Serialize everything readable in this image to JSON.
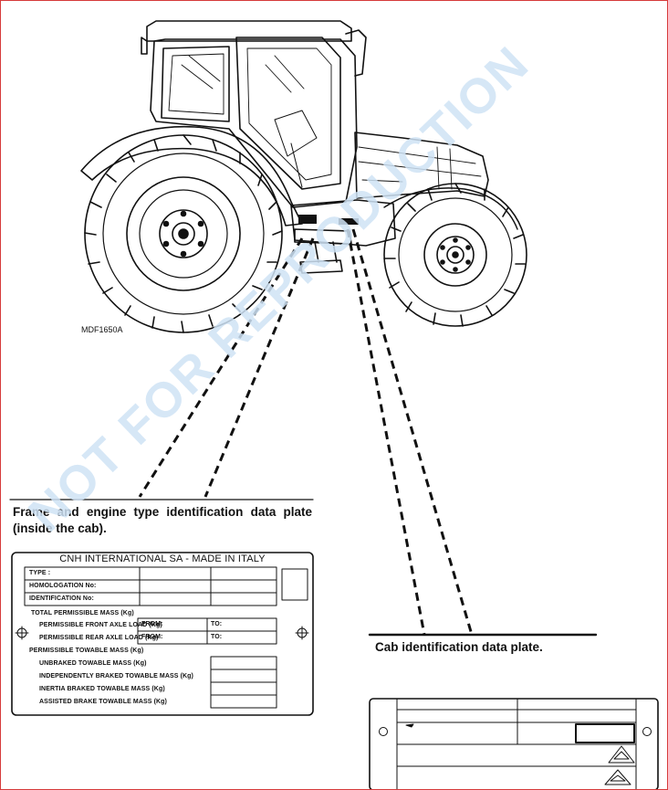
{
  "figure": {
    "code": "MDF1650A"
  },
  "captions": {
    "frame_plate": "Frame and engine type identification data plate (inside the cab).",
    "cab_plate": "Cab identification data plate."
  },
  "frame_plate": {
    "title": "CNH INTERNATIONAL SA - MADE IN ITALY",
    "rows": {
      "type": "TYPE :",
      "homologation": "HOMOLOGATION No:",
      "identification": "IDENTIFICATION No:",
      "total_mass": "TOTAL PERMISSIBLE MASS (Kg)",
      "front_axle": "PERMISSIBLE FRONT AXLE LOAD (Kg)",
      "rear_axle": "PERMISSIBLE REAR AXLE LOAD (Kg)",
      "towable_mass": "PERMISSIBLE TOWABLE MASS (Kg)",
      "unbraked": "UNBRAKED TOWABLE MASS (Kg)",
      "independent": "INDEPENDENTLY BRAKED TOWABLE MASS (Kg)",
      "inertia": "INERTIA BRAKED TOWABLE MASS (Kg)",
      "assisted": "ASSISTED BRAKE TOWABLE MASS (Kg)"
    },
    "from_label": "FROM:",
    "to_label": "TO:"
  },
  "watermark": "NOT FOR REPRODUCTION",
  "colors": {
    "border": "#d63a3a",
    "watermark": "#cfe3f5",
    "ink": "#111111"
  }
}
